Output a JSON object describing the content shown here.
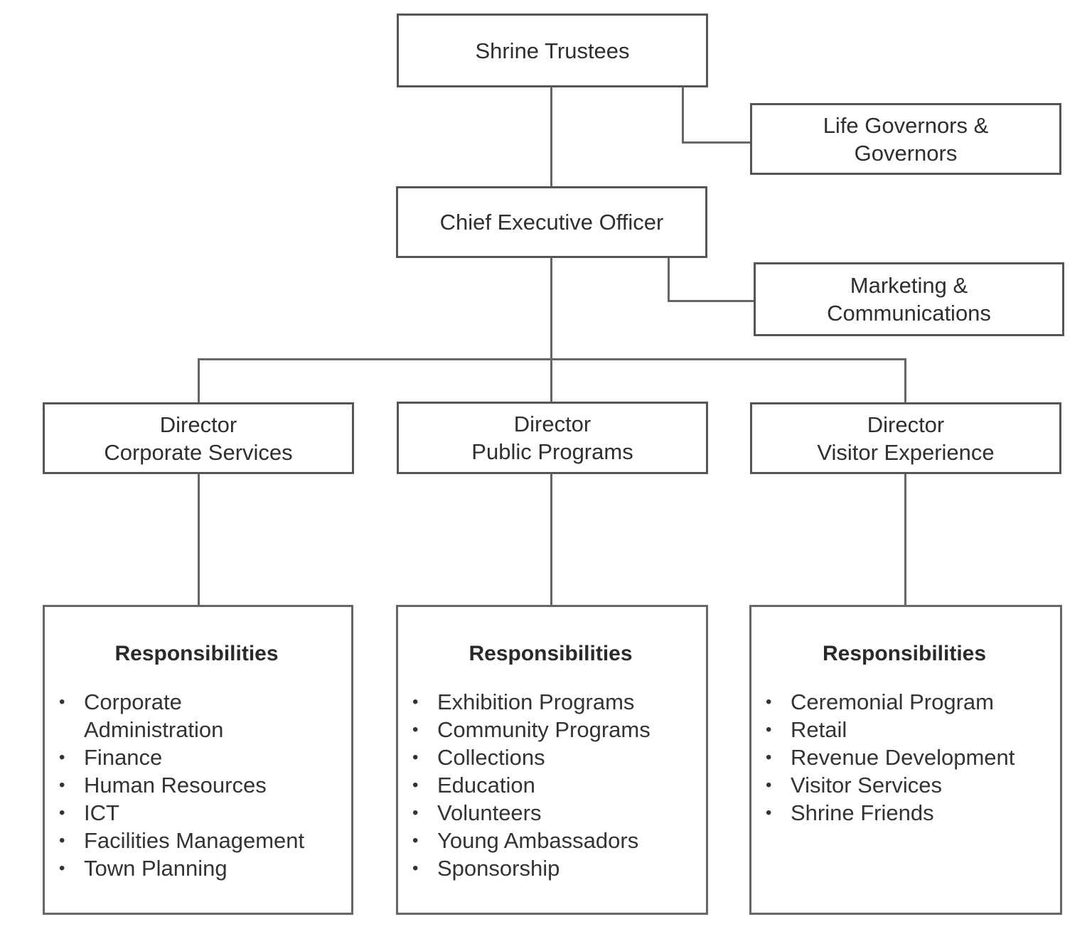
{
  "diagram": {
    "trustees": {
      "label": "Shrine Trustees"
    },
    "governors": {
      "line1": "Life Governors &",
      "line2": "Governors"
    },
    "ceo": {
      "label": "Chief Executive Officer"
    },
    "marketing": {
      "line1": "Marketing &",
      "line2": "Communications"
    },
    "directors": [
      {
        "title": "Director",
        "name": "Corporate Services",
        "responsibilities_heading": "Responsibilities",
        "responsibilities": [
          "Corporate Administration",
          "Finance",
          "Human Resources",
          "ICT",
          "Facilities Management",
          "Town Planning"
        ]
      },
      {
        "title": "Director",
        "name": "Public Programs",
        "responsibilities_heading": "Responsibilities",
        "responsibilities": [
          "Exhibition Programs",
          "Community Programs",
          "Collections",
          "Education",
          "Volunteers",
          "Young Ambassadors",
          "Sponsorship"
        ]
      },
      {
        "title": "Director",
        "name": "Visitor Experience",
        "responsibilities_heading": "Responsibilities",
        "responsibilities": [
          "Ceremonial Program",
          "Retail",
          "Revenue Development",
          "Visitor Services",
          "Shrine Friends"
        ]
      }
    ]
  }
}
